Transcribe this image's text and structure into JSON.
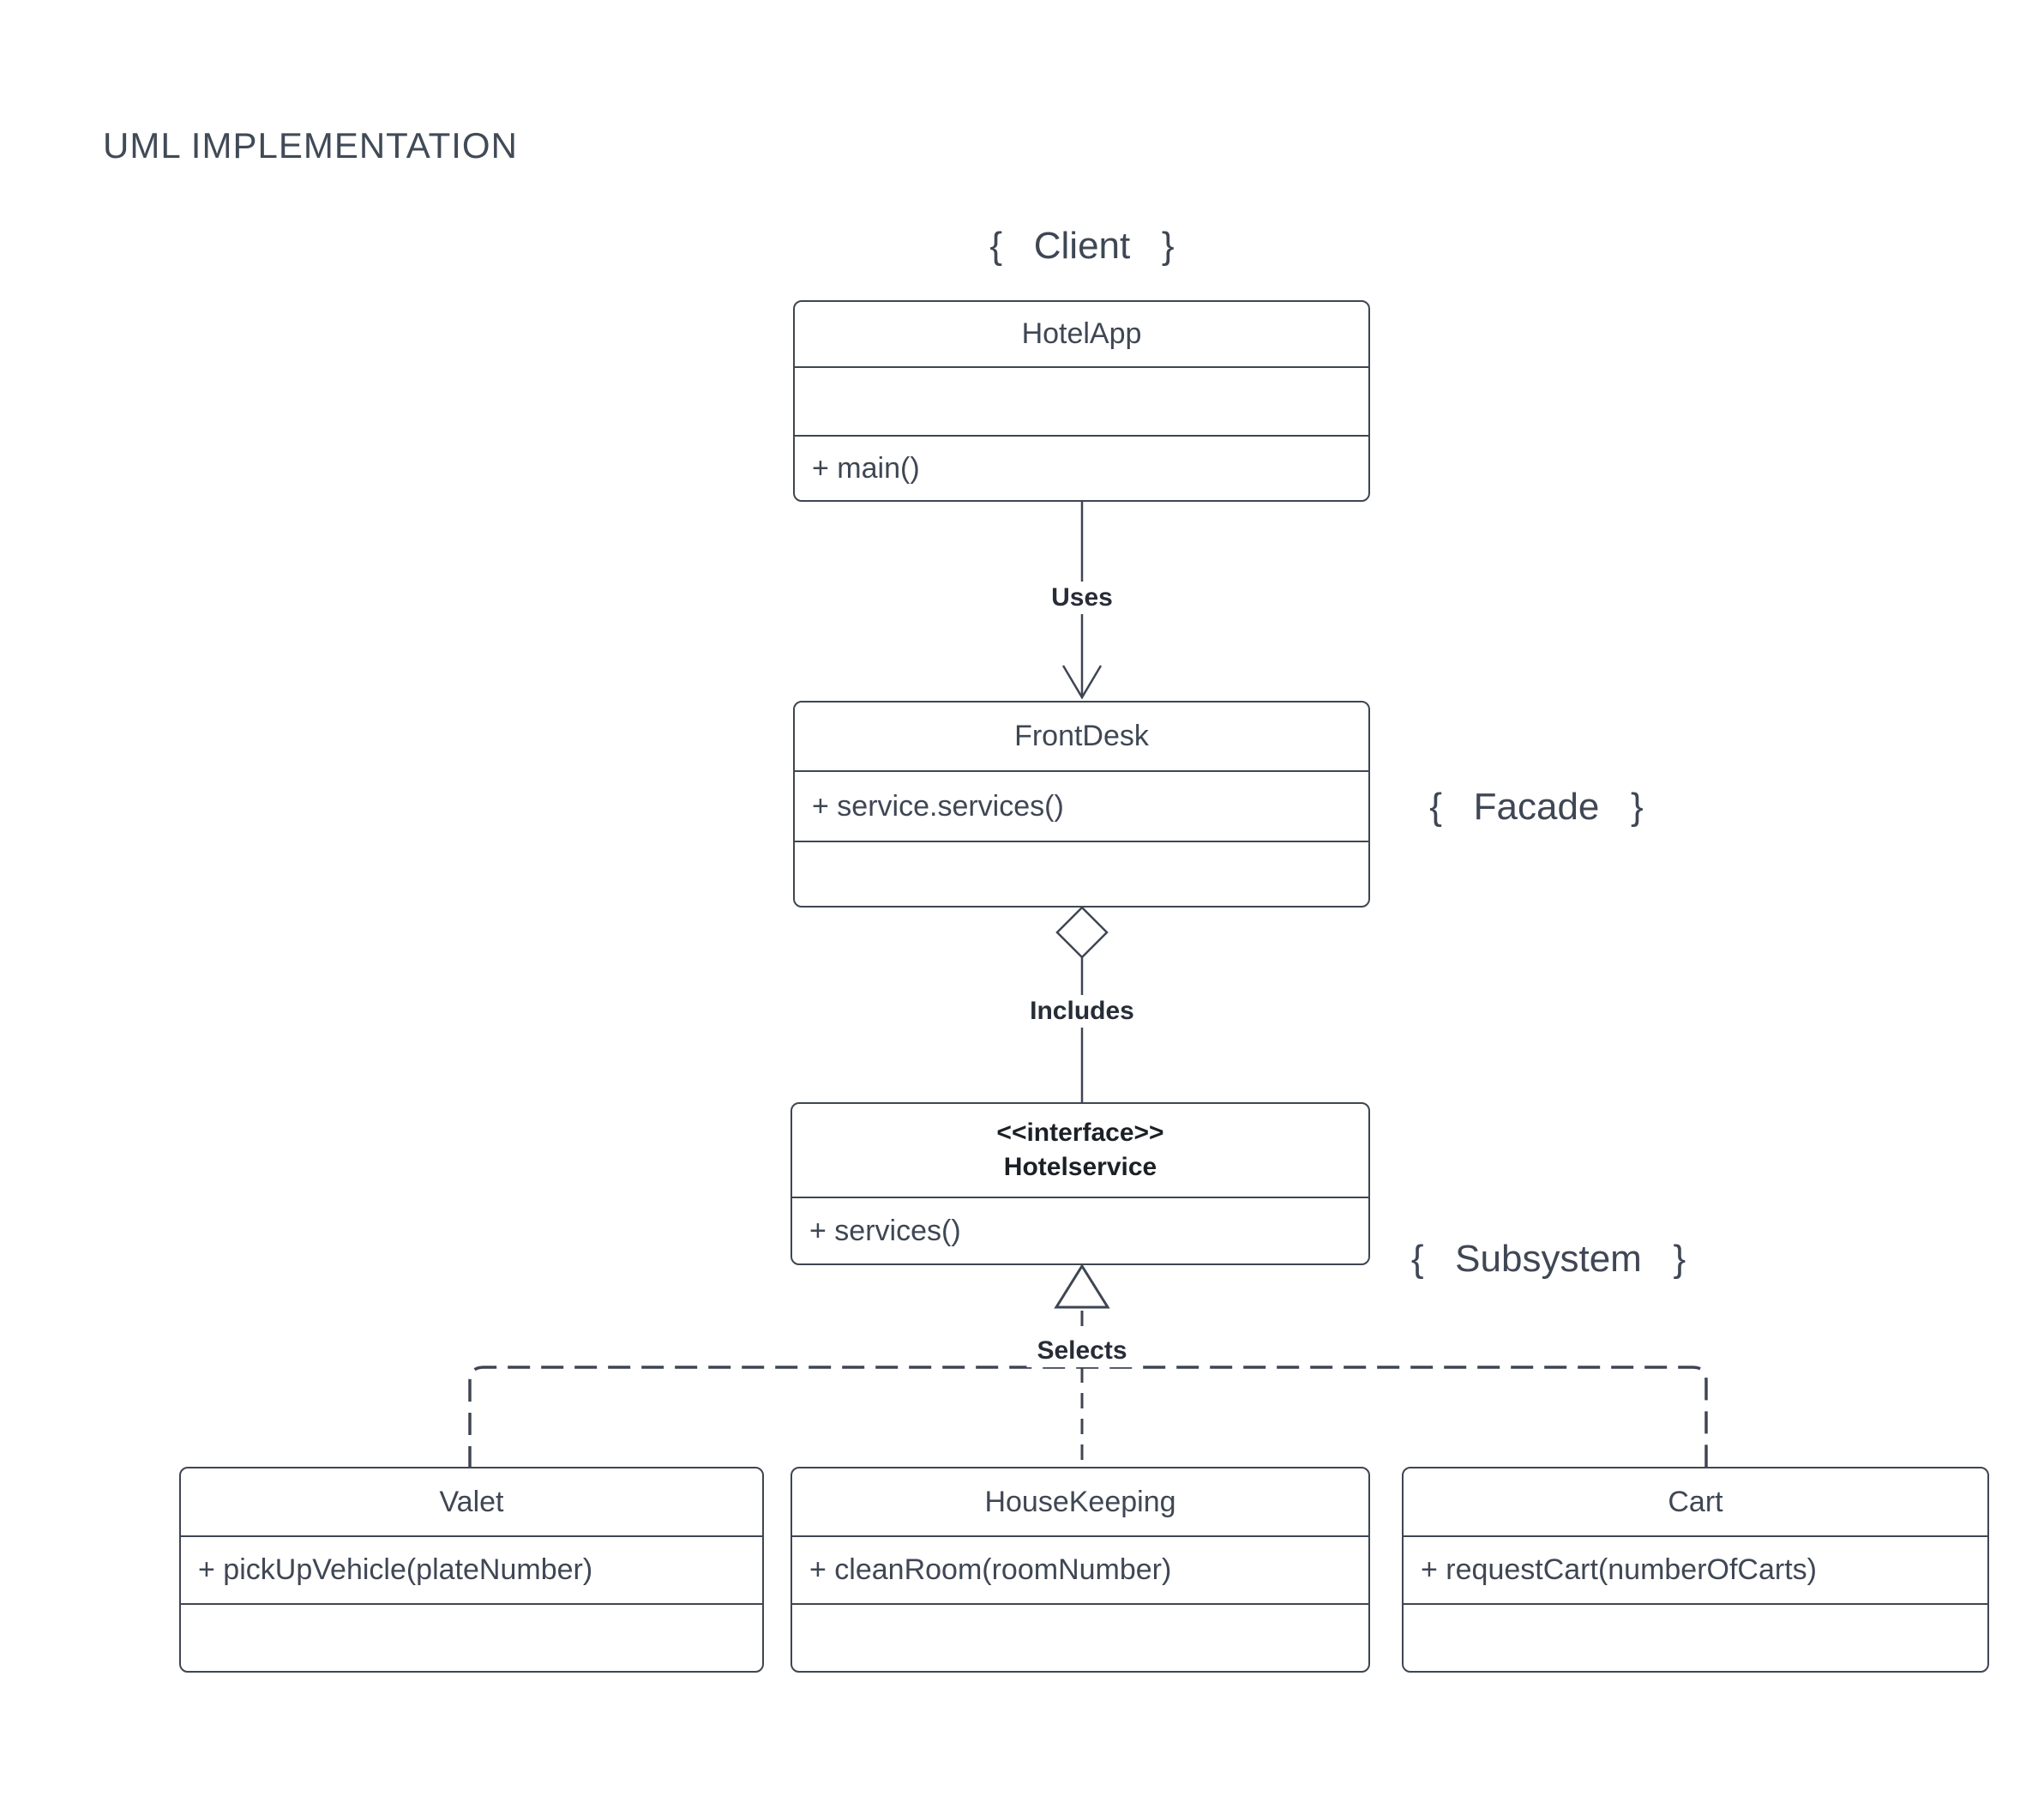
{
  "page": {
    "title": "UML IMPLEMENTATION"
  },
  "colors": {
    "canvas_bg": "#ffffff",
    "stroke": "#3e4652",
    "text": "#3f4754",
    "title_text": "#414a57",
    "bold_label": "#272d37",
    "interface_text": "#1b2026"
  },
  "annotations": {
    "client": "{   Client   }",
    "facade": "{   Facade   }",
    "subsystem": "{   Subsystem   }"
  },
  "connectors": {
    "uses_label": "Uses",
    "includes_label": "Includes",
    "selects_label": "Selects"
  },
  "classes": {
    "hotelapp": {
      "name": "HotelApp",
      "method": "+ main()"
    },
    "frontdesk": {
      "name": "FrontDesk",
      "method": "+ service.services()"
    },
    "hotelservice": {
      "stereotype": "<<interface>>",
      "name": "Hotelservice",
      "method": "+ services()"
    },
    "valet": {
      "name": "Valet",
      "method": "+ pickUpVehicle(plateNumber)"
    },
    "housekeeping": {
      "name": "HouseKeeping",
      "method": "+ cleanRoom(roomNumber)"
    },
    "cart": {
      "name": "Cart",
      "method": "+ requestCart(numberOfCarts)"
    }
  }
}
